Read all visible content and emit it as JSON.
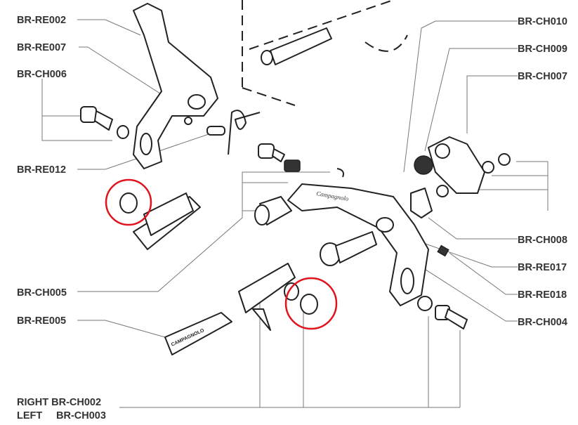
{
  "labels_left": {
    "re002": "BR-RE002",
    "re007": "BR-RE007",
    "ch006": "BR-CH006",
    "re012": "BR-RE012",
    "ch005": "BR-CH005",
    "re005": "BR-RE005",
    "ch002": "RIGHT BR-CH002",
    "ch003_prefix": "LEFT",
    "ch003": "BR-CH003"
  },
  "labels_right": {
    "ch010": "BR-CH010",
    "ch009": "BR-CH009",
    "ch007": "BR-CH007",
    "ch008": "BR-CH008",
    "re017": "BR-RE017",
    "re018": "BR-RE018",
    "ch004": "BR-CH004"
  },
  "brand_mark": "CAMPAGNOLO",
  "highlight_color": "#e0141e"
}
